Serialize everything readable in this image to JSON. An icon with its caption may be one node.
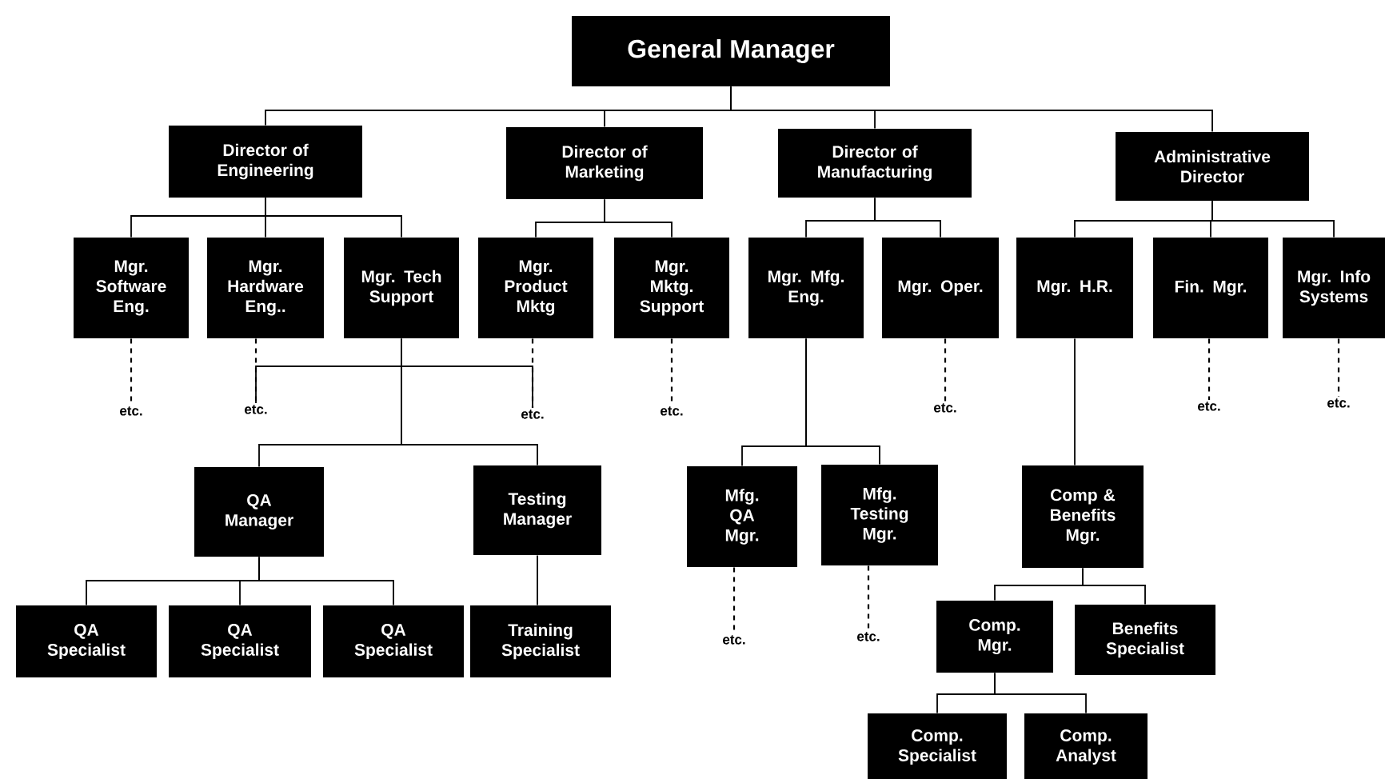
{
  "diagram": {
    "nodes": [
      {
        "text": [
          "General Manager"
        ]
      },
      {
        "text": [
          "Director of Engineering"
        ]
      },
      {
        "text": [
          "Director of Marketing"
        ]
      },
      {
        "text": [
          "Director of Manufacturing"
        ]
      },
      {
        "text": [
          "Administrative Director"
        ]
      },
      {
        "text": [
          "Mgr. Software Eng."
        ]
      },
      {
        "text": [
          "Mgr. Hardware Eng.."
        ]
      },
      {
        "text": [
          "Mgr. Tech Support"
        ]
      },
      {
        "text": [
          "Mgr. Product Mktg"
        ]
      },
      {
        "text": [
          "Mgr. Mktg. Support"
        ]
      },
      {
        "text": [
          "Mgr. Mfg. Eng."
        ]
      },
      {
        "text": [
          "Mgr. Oper."
        ]
      },
      {
        "text": [
          "Mgr. H.R."
        ]
      },
      {
        "text": [
          "Fin. Mgr."
        ]
      },
      {
        "text": [
          "Mgr. Info Systems"
        ]
      },
      {
        "text": [
          "etc."
        ]
      },
      {
        "text": [
          "etc."
        ]
      },
      {
        "text": [
          "etc."
        ]
      },
      {
        "text": [
          "etc."
        ]
      },
      {
        "text": [
          "etc."
        ]
      },
      {
        "text": [
          "etc."
        ]
      },
      {
        "text": [
          "etc."
        ]
      },
      {
        "text": [
          "QA Manager"
        ]
      },
      {
        "text": [
          "Testing Manager"
        ]
      },
      {
        "text": [
          "Mfg. QA Mgr."
        ]
      },
      {
        "text": [
          "Mfg. Testing Mgr."
        ]
      },
      {
        "text": [
          "Comp & Benefits Mgr."
        ]
      },
      {
        "text": [
          "etc."
        ]
      },
      {
        "text": [
          "etc."
        ]
      },
      {
        "text": [
          "QA Specialist"
        ]
      },
      {
        "text": [
          "QA Specialist"
        ]
      },
      {
        "text": [
          "QA Specialist"
        ]
      },
      {
        "text": [
          "Training Specialist"
        ]
      },
      {
        "text": [
          "Comp. Mgr."
        ]
      },
      {
        "text": [
          "Benefits Specialist"
        ]
      },
      {
        "text": [
          "Comp. Specialist"
        ]
      },
      {
        "text": [
          "Comp. Analyst"
        ]
      }
    ],
    "edges": [
      {
        "from": 0,
        "to": 1,
        "arrow": "none"
      },
      {
        "from": 0,
        "to": 2,
        "arrow": "none"
      },
      {
        "from": 0,
        "to": 3,
        "arrow": "none"
      },
      {
        "from": 0,
        "to": 4,
        "arrow": "none"
      },
      {
        "from": 1,
        "to": 5,
        "arrow": "none"
      },
      {
        "from": 1,
        "to": 6,
        "arrow": "none"
      },
      {
        "from": 1,
        "to": 7,
        "arrow": "none"
      },
      {
        "from": 2,
        "to": 8,
        "arrow": "none"
      },
      {
        "from": 2,
        "to": 9,
        "arrow": "none"
      },
      {
        "from": 3,
        "to": 10,
        "arrow": "none"
      },
      {
        "from": 3,
        "to": 11,
        "arrow": "none"
      },
      {
        "from": 4,
        "to": 12,
        "arrow": "none"
      },
      {
        "from": 4,
        "to": 13,
        "arrow": "none"
      },
      {
        "from": 4,
        "to": 14,
        "arrow": "none"
      },
      {
        "from": 5,
        "to": 15,
        "arrow": "none",
        "style": "dashed"
      },
      {
        "from": 6,
        "to": 16,
        "arrow": "none",
        "style": "dashed"
      },
      {
        "from": 8,
        "to": 17,
        "arrow": "none",
        "style": "dashed"
      },
      {
        "from": 9,
        "to": 18,
        "arrow": "none",
        "style": "dashed"
      },
      {
        "from": 11,
        "to": 19,
        "arrow": "none",
        "style": "dashed"
      },
      {
        "from": 13,
        "to": 20,
        "arrow": "none",
        "style": "dashed"
      },
      {
        "from": 14,
        "to": 21,
        "arrow": "none",
        "style": "dashed"
      },
      {
        "from": 16,
        "to": 17,
        "arrow": "none"
      },
      {
        "from": 7,
        "to": 22,
        "arrow": "none"
      },
      {
        "from": 7,
        "to": 23,
        "arrow": "none"
      },
      {
        "from": 10,
        "to": 24,
        "arrow": "none"
      },
      {
        "from": 10,
        "to": 25,
        "arrow": "none"
      },
      {
        "from": 12,
        "to": 26,
        "arrow": "none"
      },
      {
        "from": 24,
        "to": 27,
        "arrow": "none",
        "style": "dashed"
      },
      {
        "from": 25,
        "to": 28,
        "arrow": "none",
        "style": "dashed"
      },
      {
        "from": 22,
        "to": 29,
        "arrow": "none"
      },
      {
        "from": 22,
        "to": 30,
        "arrow": "none"
      },
      {
        "from": 22,
        "to": 31,
        "arrow": "none"
      },
      {
        "from": 23,
        "to": 32,
        "arrow": "none"
      },
      {
        "from": 26,
        "to": 33,
        "arrow": "none"
      },
      {
        "from": 26,
        "to": 34,
        "arrow": "none"
      },
      {
        "from": 33,
        "to": 35,
        "arrow": "none"
      },
      {
        "from": 33,
        "to": 36,
        "arrow": "none"
      }
    ]
  }
}
